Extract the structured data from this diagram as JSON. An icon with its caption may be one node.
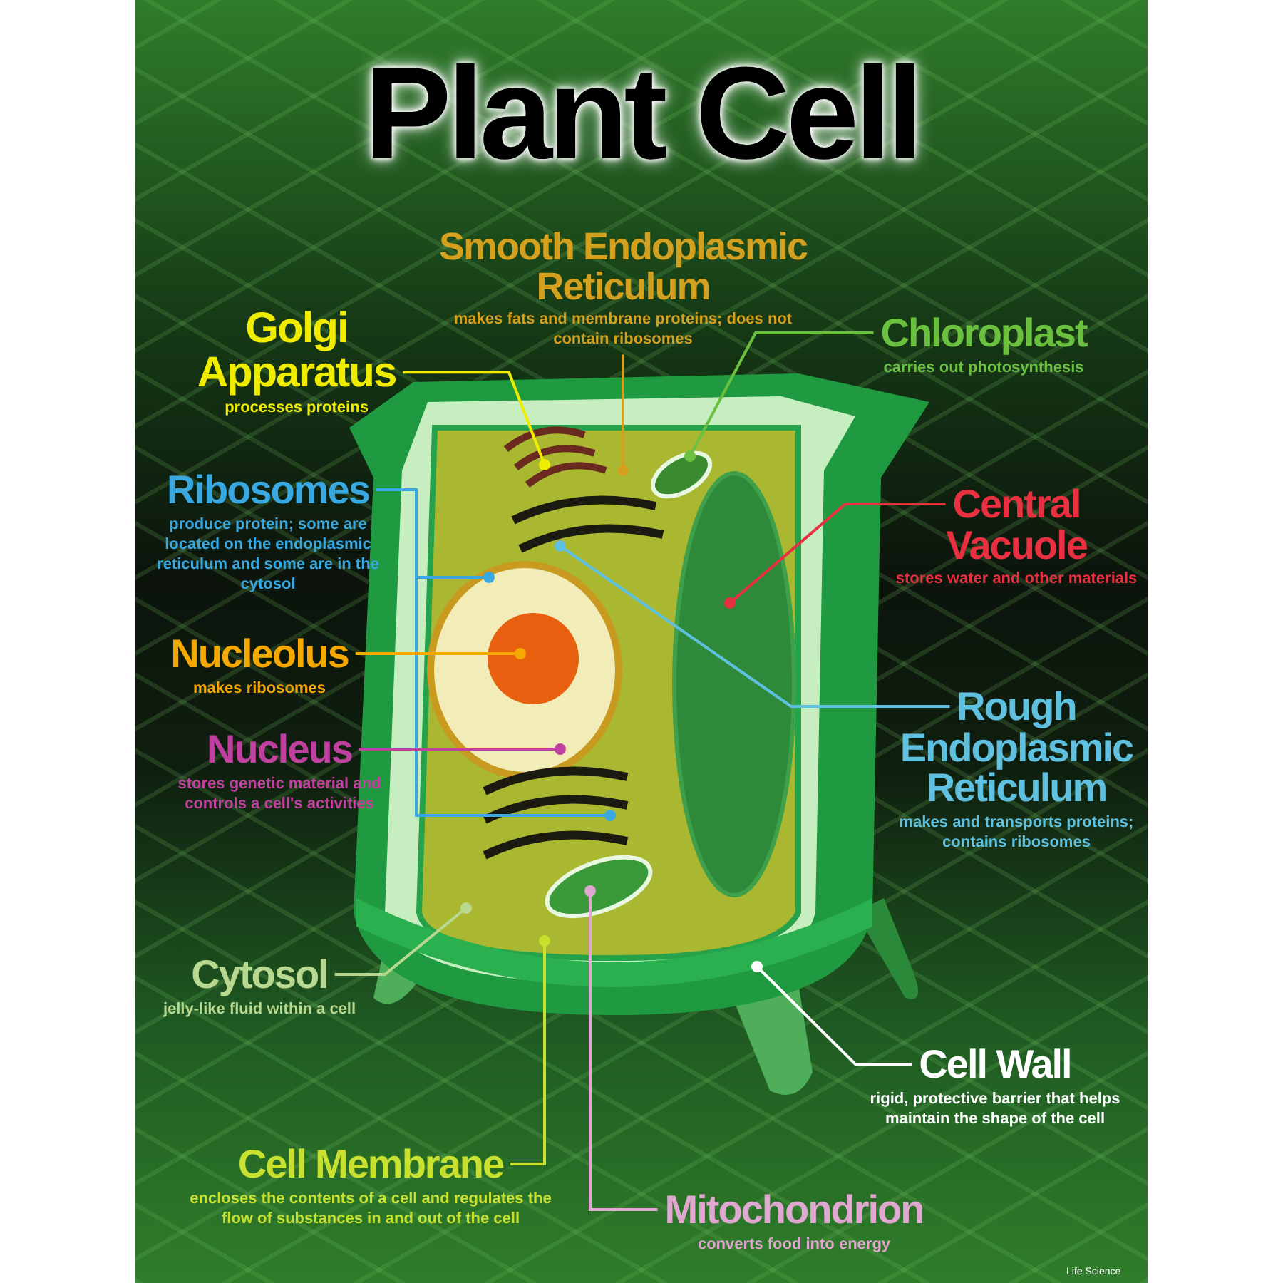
{
  "diagram": {
    "title": "Plant Cell",
    "nodes": [
      {
        "text": [
          "Smooth Endoplasmic Reticulum",
          "makes fats and membrane proteins; does not contain ribosomes"
        ]
      },
      {
        "text": [
          "Golgi Apparatus",
          "processes proteins"
        ]
      },
      {
        "text": [
          "Chloroplast",
          "carries out photosynthesis"
        ]
      },
      {
        "text": [
          "Ribosomes",
          "produce protein; some are located on the endoplasmic reticulum and some are in the cytosol"
        ]
      },
      {
        "text": [
          "Central Vacuole",
          "stores water and other materials"
        ]
      },
      {
        "text": [
          "Nucleolus",
          "makes ribosomes"
        ]
      },
      {
        "text": [
          "Nucleus",
          "stores genetic material and controls a cell's activities"
        ]
      },
      {
        "text": [
          "Rough Endoplasmic Reticulum",
          "makes and transports proteins; contains ribosomes"
        ]
      },
      {
        "text": [
          "Cytosol",
          "jelly-like fluid within a cell"
        ]
      },
      {
        "text": [
          "Cell Wall",
          "rigid, protective barrier that helps maintain the shape of the cell"
        ]
      },
      {
        "text": [
          "Cell Membrane",
          "encloses the contents of a cell and regulates the flow of substances in and out of the cell"
        ]
      },
      {
        "text": [
          "Mitochondrion",
          "converts food into energy"
        ]
      }
    ],
    "edges": [
      {
        "from": 0,
        "to": null,
        "arrow": "other",
        "color": "#d4a020"
      },
      {
        "from": 1,
        "to": null,
        "arrow": "other",
        "color": "#f0ec00"
      },
      {
        "from": 2,
        "to": null,
        "arrow": "other",
        "color": "#6cc040"
      },
      {
        "from": 3,
        "to": null,
        "arrow": "other",
        "color": "#3aa8e0"
      },
      {
        "from": 3,
        "to": null,
        "arrow": "other",
        "color": "#3aa8e0"
      },
      {
        "from": 4,
        "to": null,
        "arrow": "other",
        "color": "#e83040"
      },
      {
        "from": 5,
        "to": null,
        "arrow": "other",
        "color": "#f5a800"
      },
      {
        "from": 6,
        "to": null,
        "arrow": "other",
        "color": "#c040a0"
      },
      {
        "from": 7,
        "to": null,
        "arrow": "other",
        "color": "#60c0e0"
      },
      {
        "from": 8,
        "to": null,
        "arrow": "other",
        "color": "#b8d890"
      },
      {
        "from": 9,
        "to": null,
        "arrow": "other",
        "color": "#ffffff"
      },
      {
        "from": 10,
        "to": null,
        "arrow": "other",
        "color": "#c8e030"
      },
      {
        "from": 11,
        "to": null,
        "arrow": "other",
        "color": "#e0a8d0"
      }
    ],
    "labels": [
      "Life Science"
    ]
  }
}
